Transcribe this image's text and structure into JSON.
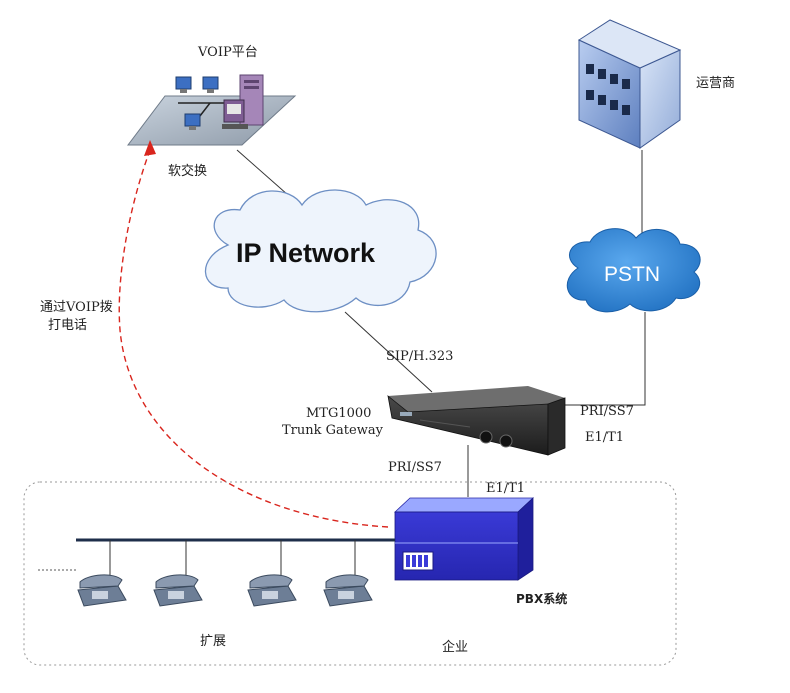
{
  "voip_platform": {
    "title": "VOIP平台",
    "softswitch_label": "软交换"
  },
  "operator": {
    "label": "运营商"
  },
  "ip_network": {
    "label": "IP Network"
  },
  "pstn": {
    "label": "PSTN"
  },
  "voip_call": {
    "line1": "通过VOIP拨",
    "line2": "打电话"
  },
  "gateway": {
    "protocol_top": "SIP/H.323",
    "model": "MTG1000",
    "name": "Trunk Gateway",
    "right_protocol": "PRI/SS7",
    "right_interface": "E1/T1",
    "bottom_protocol": "PRI/SS7",
    "bottom_interface": "E1/T1"
  },
  "pbx": {
    "label": "PBX系统"
  },
  "enterprise": {
    "extension_label": "扩展",
    "zone_label": "企业"
  },
  "colors": {
    "cloud_ip": "#e9f1fb",
    "cloud_pstn": "#2f86d8",
    "pbx_front": "#3b3bd8",
    "pbx_top": "#8fa0ff",
    "dashed_call_line": "#d9251d",
    "building": "#7f9fd6"
  }
}
